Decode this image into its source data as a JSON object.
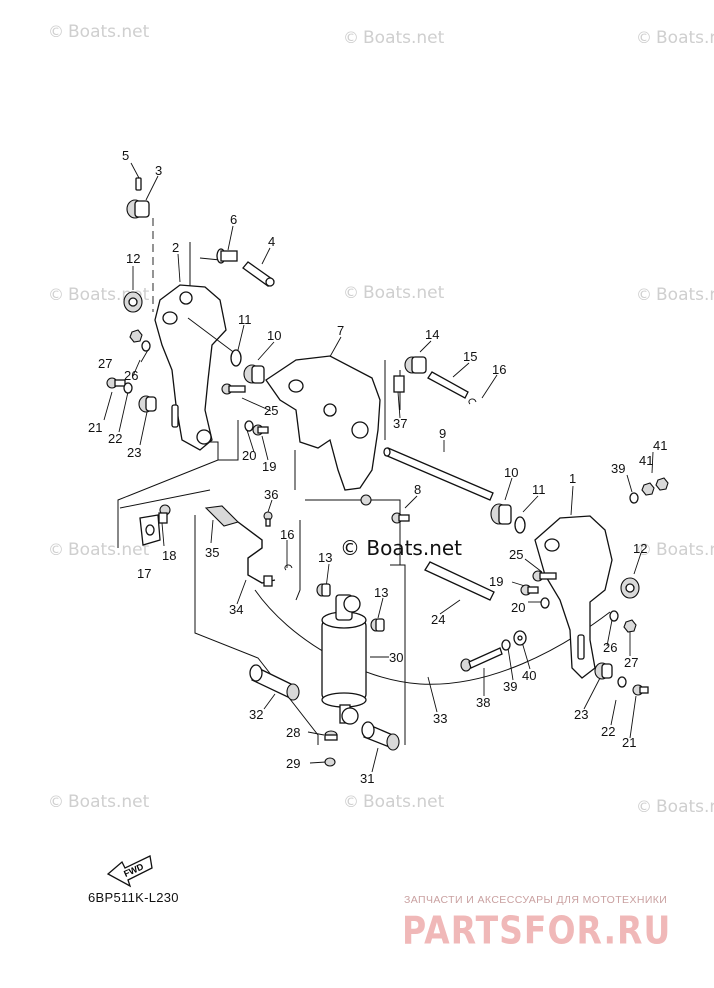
{
  "watermark": {
    "text": "Boats.net",
    "symbol": "©"
  },
  "center_watermark": "© Boats.net",
  "diagram_code": "6BP511K-L230",
  "fwd_label": "FWD",
  "advert": {
    "tagline": "ЗАПЧАСТИ И АКСЕССУАРЫ ДЛЯ МОТОТЕХНИКИ",
    "logo": "PARTSFOR.RU"
  },
  "callouts": {
    "c5": "5",
    "c3": "3",
    "c6": "6",
    "c4": "4",
    "c12a": "12",
    "c2": "2",
    "c11a": "11",
    "c10a": "10",
    "c7": "7",
    "c14": "14",
    "c15": "15",
    "c16a": "16",
    "c27a": "27",
    "c26a": "26",
    "c21a": "21",
    "c22a": "22",
    "c23a": "23",
    "c25a": "25",
    "c37": "37",
    "c9": "9",
    "c20a": "20",
    "c19a": "19",
    "c36": "36",
    "c8": "8",
    "c10b": "10",
    "c11b": "11",
    "c1": "1",
    "c39a": "39",
    "c41a": "41",
    "c41b": "41",
    "c18": "18",
    "c17": "17",
    "c35": "35",
    "c16b": "16",
    "c13a": "13",
    "c13b": "13",
    "c34": "34",
    "c25b": "25",
    "c12b": "12",
    "c19b": "19",
    "c20b": "20",
    "c24": "24",
    "c26b": "26",
    "c27b": "27",
    "c30": "30",
    "c40": "40",
    "c39b": "39",
    "c38": "38",
    "c32": "32",
    "c33": "33",
    "c23b": "23",
    "c22b": "22",
    "c21b": "21",
    "c28": "28",
    "c29": "29",
    "c31": "31"
  }
}
